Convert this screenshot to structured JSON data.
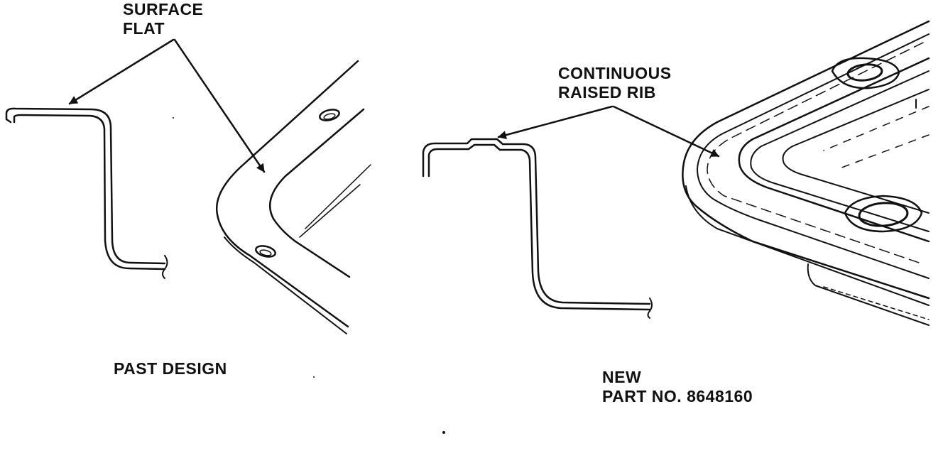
{
  "labels": {
    "surface_flat": {
      "line1": "SURFACE",
      "line2": "FLAT"
    },
    "continuous_raised_rib": {
      "line1": "CONTINUOUS",
      "line2": "RAISED RIB"
    },
    "past_design": "PAST DESIGN",
    "new_part": {
      "line1": "NEW",
      "line2": "PART NO. 8648160"
    }
  },
  "colors": {
    "ink": "#111111",
    "paper": "#ffffff"
  }
}
